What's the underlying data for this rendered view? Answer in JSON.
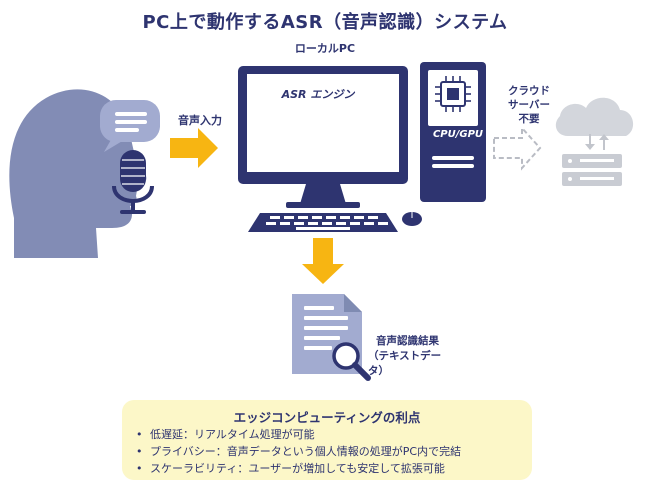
{
  "title": "PC上で動作するASR（音声認識）システム",
  "local_pc_label": "ローカルPC",
  "voice_input_label": "音声入力",
  "asr_engine_label": "ASR エンジン",
  "cpu_gpu_label": "CPU/GPU",
  "cloud_label_lines": [
    "クラウド",
    "サーバー",
    "不要"
  ],
  "result_label_lines": [
    "音声認識結果",
    "（テキストデータ）"
  ],
  "benefits": {
    "title": "エッジコンピューティングの利点",
    "items": [
      "低遅延：リアルタイム処理が可能",
      "プライバシー：音声データという個人情報の処理がPC内で完結",
      "スケーラビリティ：ユーザーが増加しても安定して拡張可能"
    ]
  },
  "colors": {
    "navy": "#2e3470",
    "slate": "#7f8bb2",
    "arrow_yellow": "#f7b512",
    "cloud_gray": "#c9ccd3",
    "waveform": "#3a9ce0"
  }
}
